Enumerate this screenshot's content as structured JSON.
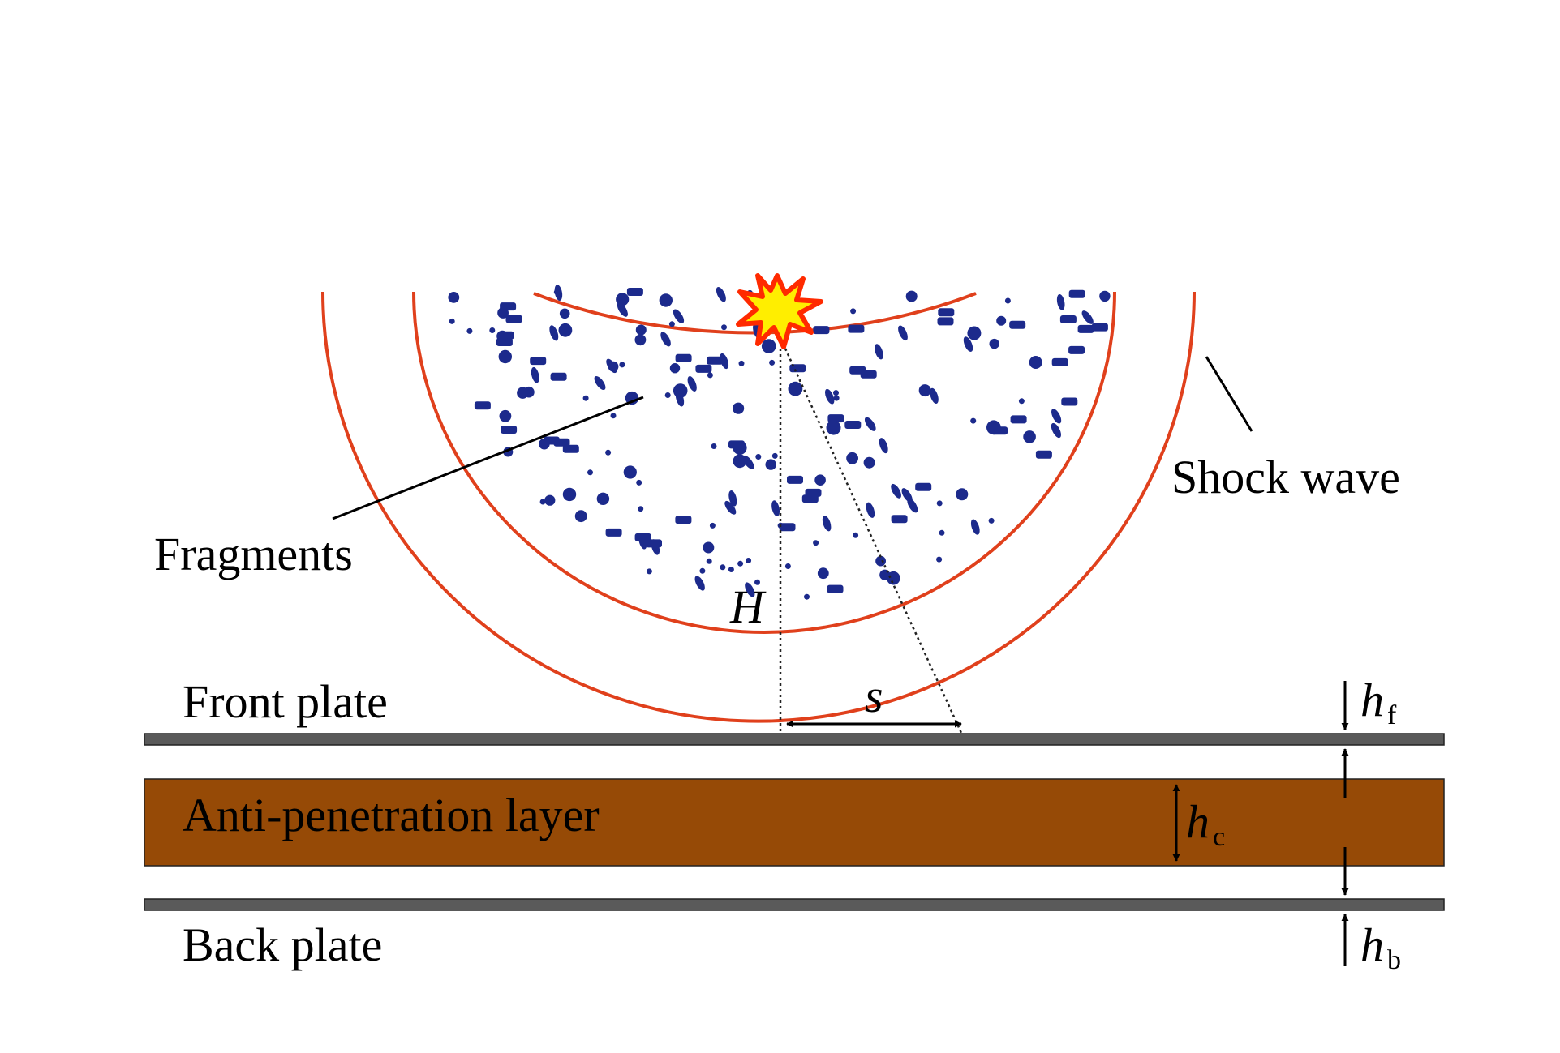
{
  "labels": {
    "shock_wave": "Shock wave",
    "fragments": "Fragments",
    "front_plate": "Front plate",
    "anti_penetration_layer": "Anti-penetration layer",
    "back_plate": "Back plate"
  },
  "symbols": {
    "H": "H",
    "s": "s",
    "hf_main": "h",
    "hf_sub": "f",
    "hc_main": "h",
    "hc_sub": "c",
    "hb_main": "h",
    "hb_sub": "b"
  },
  "colors": {
    "shock_wave": "#e0401c",
    "fragment": "#1c2a8c",
    "plate": "#5a5a5a",
    "core_layer": "#964a06",
    "explosion_fill": "#ffee00",
    "explosion_stroke": "#ff2a00"
  },
  "icons": {
    "explosion": "explosion-icon"
  }
}
